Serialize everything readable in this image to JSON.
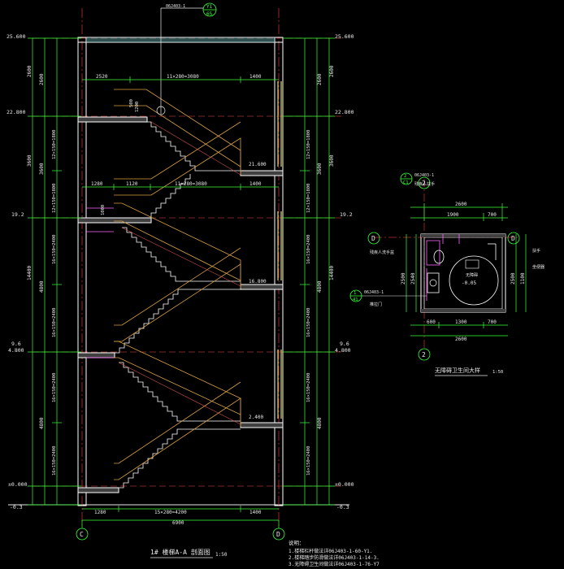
{
  "drawing": {
    "section_title": "1# 楼梯A-A 剖面图",
    "section_scale": "1:50",
    "detail_title": "无障碍卫生间大样",
    "detail_scale": "1:50",
    "notes_heading": "说明：",
    "notes": [
      "1.楼梯栏杆做法详06J403-1-60-Y1.",
      "2.楼梯踏步防滑做法详06J403-1-14-3.",
      "3.无障碍卫生间做法详06J403-1-76-Y7"
    ],
    "detail_ref": {
      "num": "Y1",
      "sheet": "65",
      "label": "06J403-1"
    }
  },
  "axes": {
    "left": "C",
    "right": "D",
    "top_d": "D",
    "grid_2": "2"
  },
  "levels": {
    "left": [
      "25.600",
      "22.800",
      "19.2",
      "9.6",
      "4.800",
      "±0.000",
      "-0.3"
    ],
    "right": [
      "25.600",
      "22.800",
      "19.2",
      "9.6",
      "4.800",
      "±0.000",
      "-0.3"
    ],
    "inner": [
      "21.600",
      "16.800",
      "2.400"
    ]
  },
  "dimensions": {
    "left_outer": [
      "2600",
      "3600",
      "14400",
      "4800",
      "4800"
    ],
    "left_inner": [
      "2600",
      "3600",
      "12×150=1800",
      "12×150=1800",
      "16×150=2400",
      "16×150=2400",
      "16×150=2400",
      "16×150=2400"
    ],
    "right_outer": [
      "2600",
      "3600",
      "14400",
      "4800",
      "4800"
    ],
    "right_inner": [
      "2600",
      "3600",
      "12×150=1800",
      "12×150=1800",
      "16×150=2400",
      "16×150=2400",
      "16×150=2400",
      "16×150=2400"
    ],
    "top_row": [
      "2520",
      "11×280=3080",
      "1400"
    ],
    "mid_row": [
      "1280",
      "1120",
      "11×280=3080",
      "1400"
    ],
    "bottom_row": [
      "1280",
      "15×280=4200",
      "1400"
    ],
    "bottom_total": "6900",
    "side_small": [
      "1200",
      "1000",
      "500"
    ]
  },
  "detail": {
    "ref_top": {
      "num": "2",
      "sheet": "C1",
      "label": "06J403-1"
    },
    "ref_left": {
      "num": "1",
      "sheet": "41",
      "label": "06J403-1"
    },
    "top_dims": [
      "2600",
      "1900",
      "700"
    ],
    "bottom_dims": [
      "600",
      "1300",
      "700"
    ],
    "bottom_total": "2600",
    "left_dims": [
      "2500",
      "2540"
    ],
    "right_dims": [
      "2500",
      "1100"
    ],
    "level": "-0.05",
    "circle_label": "无障碍",
    "label_basin": "残疾人洗手盆",
    "label_handrail": "残疾人扶手",
    "label_door": "推拉门",
    "label_right1": "扶手",
    "label_right2": "坐便器"
  }
}
